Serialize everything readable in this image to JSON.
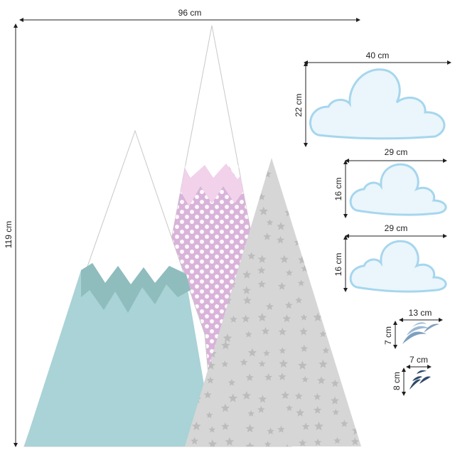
{
  "dimensions": {
    "total_width": "96 cm",
    "total_height": "119 cm",
    "cloud_large_width": "40 cm",
    "cloud_large_height": "22 cm",
    "cloud_medium1_width": "29 cm",
    "cloud_medium1_height": "16 cm",
    "cloud_medium2_width": "29 cm",
    "cloud_medium2_height": "16 cm",
    "birds_large_width": "13 cm",
    "birds_large_height": "7 cm",
    "birds_small_width": "7 cm",
    "birds_small_height": "8 cm"
  },
  "colors": {
    "mountain_teal": "#a9d3d6",
    "mountain_teal_dark": "#8fbcbd",
    "mountain_pink": "#d9b3d9",
    "mountain_pink_light": "#f1d2ea",
    "mountain_gray": "#d6d6d6",
    "star_gray": "#bcbcbc",
    "snow": "#ffffff",
    "cloud_fill": "#eaf6fb",
    "cloud_stroke": "#a6d6ee",
    "bird_light": "#7d9fbf",
    "bird_dark": "#2e4a6b",
    "dimension_line": "#1f1f1f"
  }
}
